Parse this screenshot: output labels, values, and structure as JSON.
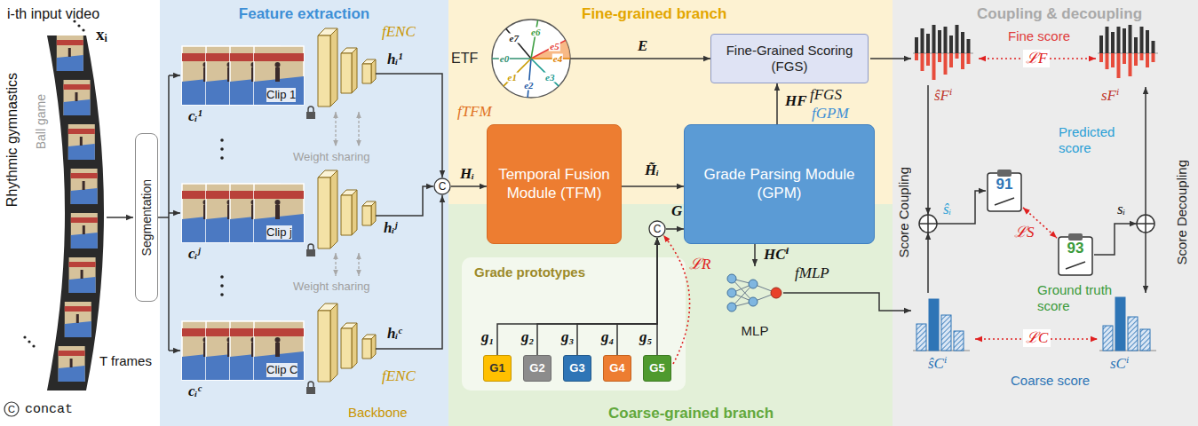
{
  "diagram": {
    "nodes": [
      {
        "text": [
          "Segmentation"
        ]
      },
      {
        "text": [
          "Feature extraction"
        ]
      },
      {
        "text": [
          "Fine-grained branch"
        ]
      },
      {
        "text": [
          "Coarse-grained branch"
        ]
      },
      {
        "text": [
          "Coupling & decoupling"
        ]
      },
      {
        "text": [
          "C"
        ]
      },
      {
        "text": [
          "Temporal Fusion Module (TFM)"
        ]
      },
      {
        "text": [
          "ETF",
          "e7",
          "e6",
          "e5",
          "e4",
          "e3",
          "e2",
          "e1",
          "e0"
        ],
        "in": 2
      },
      {
        "text": [
          "Fine-Grained Scoring (FGS)"
        ],
        "in": 2
      },
      {
        "text": [
          "Grade Parsing Module (GPM)"
        ]
      },
      {
        "text": [
          "Grade prototypes"
        ],
        "in": 3
      },
      {
        "text": [
          "G1"
        ],
        "in": 10
      },
      {
        "text": [
          "G2"
        ],
        "in": 10
      },
      {
        "text": [
          "G3"
        ],
        "in": 10
      },
      {
        "text": [
          "G4"
        ],
        "in": 10
      },
      {
        "text": [
          "G5"
        ],
        "in": 10
      },
      {
        "text": [
          "C"
        ],
        "in": 3
      },
      {
        "text": [
          "MLP"
        ],
        "in": 3
      },
      {
        "text": [
          "91"
        ],
        "in": 4
      },
      {
        "text": [
          "93"
        ],
        "in": 4
      }
    ],
    "edges": [
      {
        "from": 5,
        "to": 6,
        "arrow": "to",
        "label": "Hᵢ"
      },
      {
        "from": 6,
        "to": 9,
        "arrow": "to",
        "label": "H̃ᵢ"
      },
      {
        "from": 7,
        "to": 8,
        "arrow": "to",
        "label": "E"
      },
      {
        "from": 9,
        "to": 8,
        "arrow": "to",
        "label": "HF"
      },
      {
        "from": 16,
        "to": 9,
        "arrow": "to",
        "label": "G"
      },
      {
        "from": 11,
        "to": 16,
        "arrow": "to",
        "label": "g₁"
      },
      {
        "from": 12,
        "to": 16,
        "arrow": "to",
        "label": "g₂"
      },
      {
        "from": 13,
        "to": 16,
        "arrow": "to",
        "label": "g₃"
      },
      {
        "from": 14,
        "to": 16,
        "arrow": "to",
        "label": "g₄"
      },
      {
        "from": 15,
        "to": 16,
        "arrow": "to",
        "label": "g₅"
      },
      {
        "from": 9,
        "to": 17,
        "arrow": "to",
        "label": "HCⁱ"
      },
      {
        "from": 18,
        "to": 19,
        "arrow": "both",
        "label": "ℒS"
      }
    ],
    "labels": [
      "i-th input video",
      "xᵢ",
      "Rhythmic gymnastics",
      "Ball game",
      "T frames",
      "C",
      "Clip 1",
      "Clip j",
      "Clip C",
      "cᵢ¹",
      "cᵢʲ",
      "cᵢᶜ",
      "fENC",
      "fENC",
      "Backbone",
      "Weight sharing",
      "Weight sharing",
      "hᵢ¹",
      "hᵢʲ",
      "hᵢᶜ",
      "fTFM",
      "fFGS",
      "fGPM",
      "fMLP",
      "ℒR",
      "Fine score",
      "ℒF",
      "Predicted score",
      "ŝFⁱ",
      "sFⁱ",
      "ŝᵢ",
      "sᵢ",
      "Score Coupling",
      "Score Decoupling",
      "Ground truth score",
      "Coarse score",
      "ℒC",
      "ŝCⁱ",
      "sCⁱ"
    ],
    "legend": [
      {
        "text": "concat"
      }
    ]
  }
}
